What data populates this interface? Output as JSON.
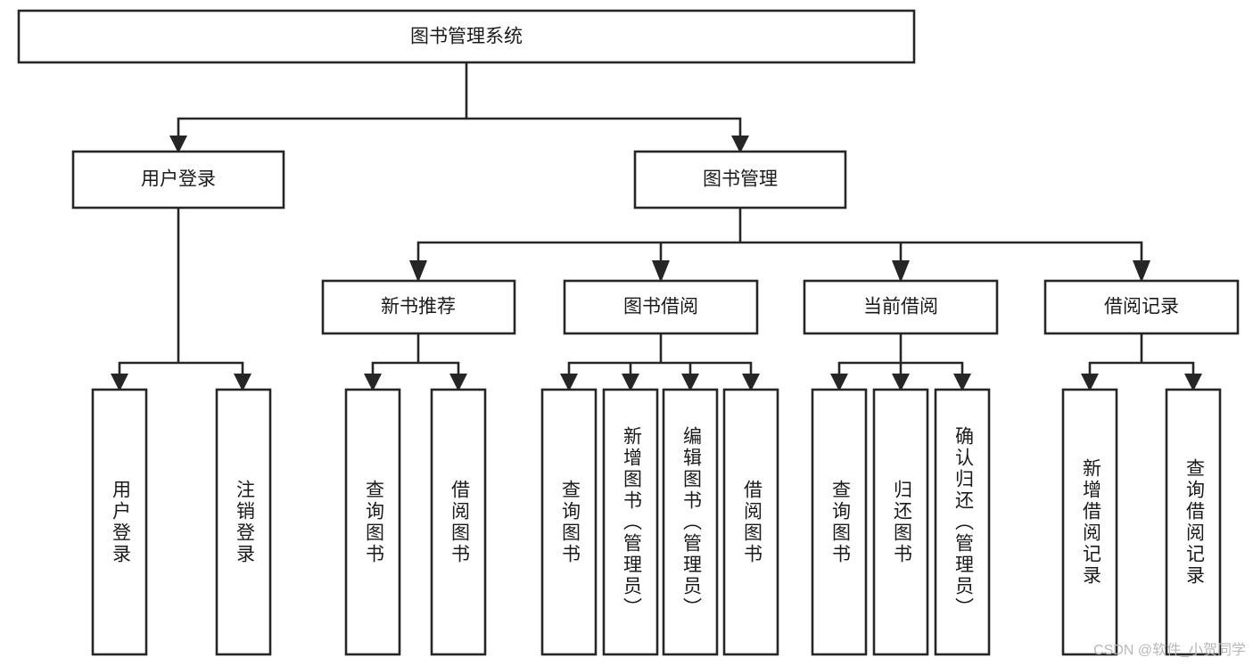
{
  "diagram": {
    "type": "tree-hierarchy-chart",
    "title": "图书管理系统",
    "orientation": "top-down",
    "colors": {
      "box_fill": "#ffffff",
      "box_stroke": "#262626",
      "text": "#1a1a1a",
      "background": "#ffffff",
      "watermark": "#b8b8b8"
    },
    "levels": {
      "level1": [
        "图书管理系统"
      ],
      "level2": [
        "用户登录",
        "图书管理"
      ],
      "level3": [
        "新书推荐",
        "图书借阅",
        "当前借阅",
        "借阅记录"
      ],
      "level4": [
        "用户登录",
        "注销登录",
        "查询图书",
        "借阅图书",
        "查询图书",
        "新增图书（管理员）",
        "编辑图书（管理员）",
        "借阅图书",
        "查询图书",
        "归还图书",
        "确认归还（管理员）",
        "新增借阅记录",
        "查询借阅记录"
      ]
    },
    "nodes": {
      "root": {
        "label": "图书管理系统"
      },
      "user_login": {
        "label": "用户登录"
      },
      "book_manage": {
        "label": "图书管理"
      },
      "new_book_rec": {
        "label": "新书推荐"
      },
      "book_borrow": {
        "label": "图书借阅"
      },
      "current_borrow": {
        "label": "当前借阅"
      },
      "borrow_record": {
        "label": "借阅记录"
      },
      "leaf_user_login": {
        "label": "用户登录"
      },
      "leaf_logout": {
        "label": "注销登录"
      },
      "leaf_query_book_1": {
        "label": "查询图书"
      },
      "leaf_borrow_book_1": {
        "label": "借阅图书"
      },
      "leaf_query_book_2": {
        "label": "查询图书"
      },
      "leaf_add_book_admin": {
        "label": "新增图书（管理员）"
      },
      "leaf_edit_book_admin": {
        "label": "编辑图书（管理员）"
      },
      "leaf_borrow_book_2": {
        "label": "借阅图书"
      },
      "leaf_query_book_3": {
        "label": "查询图书"
      },
      "leaf_return_book": {
        "label": "归还图书"
      },
      "leaf_confirm_return_admin": {
        "label": "确认归还（管理员）"
      },
      "leaf_add_borrow_record": {
        "label": "新增借阅记录"
      },
      "leaf_query_borrow_record": {
        "label": "查询借阅记录"
      }
    },
    "edges": [
      {
        "from": "root",
        "to": "user_login"
      },
      {
        "from": "root",
        "to": "book_manage"
      },
      {
        "from": "user_login",
        "to": "leaf_user_login"
      },
      {
        "from": "user_login",
        "to": "leaf_logout"
      },
      {
        "from": "book_manage",
        "to": "new_book_rec"
      },
      {
        "from": "book_manage",
        "to": "book_borrow"
      },
      {
        "from": "book_manage",
        "to": "current_borrow"
      },
      {
        "from": "book_manage",
        "to": "borrow_record"
      },
      {
        "from": "new_book_rec",
        "to": "leaf_query_book_1"
      },
      {
        "from": "new_book_rec",
        "to": "leaf_borrow_book_1"
      },
      {
        "from": "book_borrow",
        "to": "leaf_query_book_2"
      },
      {
        "from": "book_borrow",
        "to": "leaf_add_book_admin"
      },
      {
        "from": "book_borrow",
        "to": "leaf_edit_book_admin"
      },
      {
        "from": "book_borrow",
        "to": "leaf_borrow_book_2"
      },
      {
        "from": "current_borrow",
        "to": "leaf_query_book_3"
      },
      {
        "from": "current_borrow",
        "to": "leaf_return_book"
      },
      {
        "from": "current_borrow",
        "to": "leaf_confirm_return_admin"
      },
      {
        "from": "borrow_record",
        "to": "leaf_add_borrow_record"
      },
      {
        "from": "borrow_record",
        "to": "leaf_query_borrow_record"
      }
    ]
  },
  "watermark": {
    "text": "CSDN @软件_小贺同学"
  }
}
